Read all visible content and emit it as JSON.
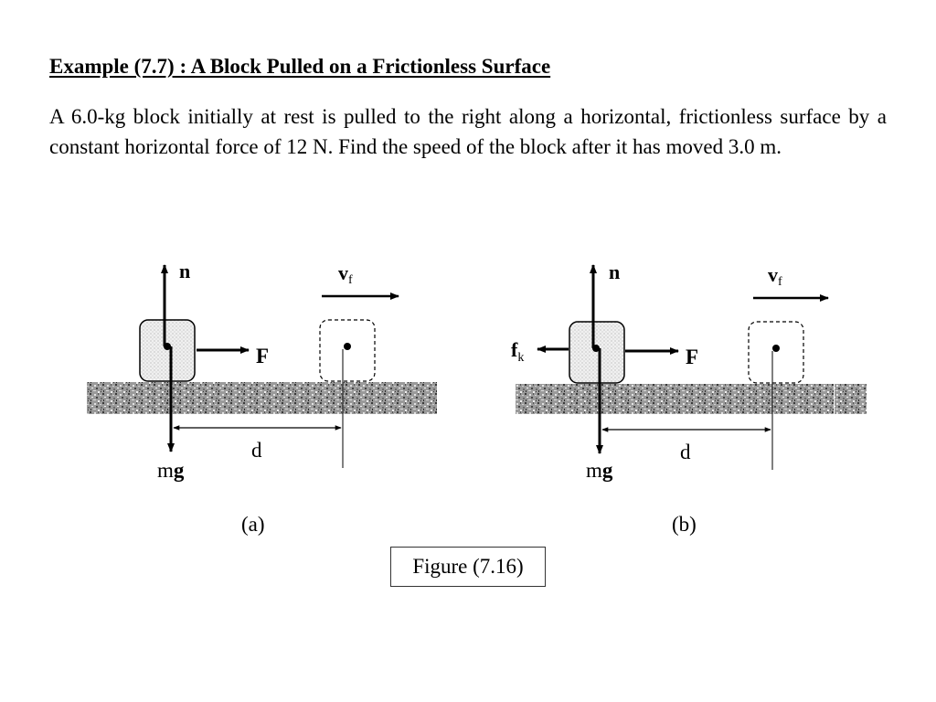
{
  "title": "Example (7.7) : A Block Pulled on a Frictionless Surface",
  "paragraph": "A 6.0-kg block initially at rest is pulled to the right along a horizontal, frictionless surface by a constant horizontal force of 12 N. Find the speed of the block after it has moved 3.0 m.",
  "panels": {
    "a": {
      "label": "(a)",
      "normal_force": "n",
      "applied_force": "F",
      "weight": {
        "m": "m",
        "g": "g"
      },
      "final_velocity": {
        "main": "v",
        "sub": "f"
      },
      "distance": "d"
    },
    "b": {
      "label": "(b)",
      "normal_force": "n",
      "applied_force": "F",
      "friction": {
        "main": "f",
        "sub": "k"
      },
      "weight": {
        "m": "m",
        "g": "g"
      },
      "final_velocity": {
        "main": "v",
        "sub": "f"
      },
      "distance": "d"
    }
  },
  "caption": "Figure (7.16)"
}
